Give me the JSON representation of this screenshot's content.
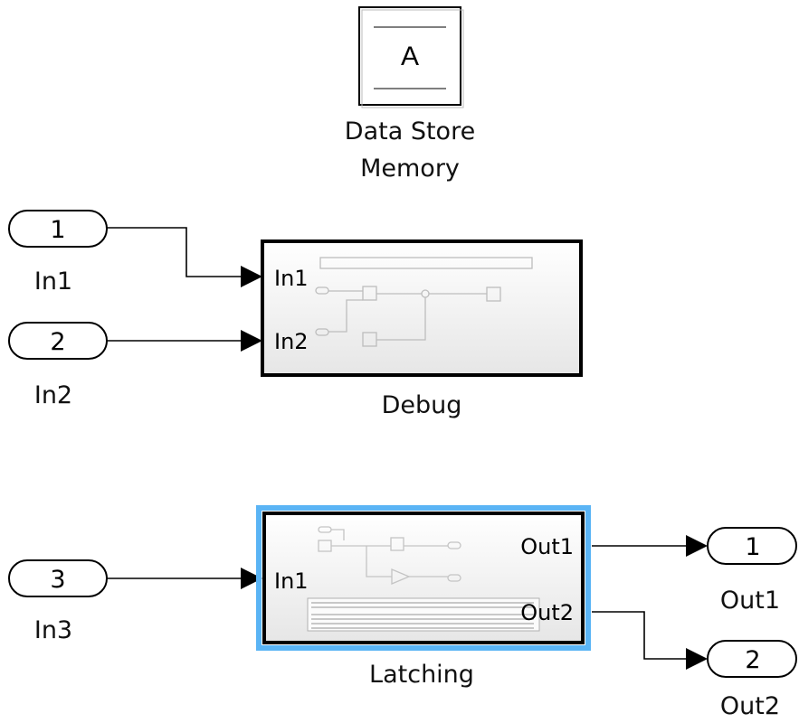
{
  "data_store": {
    "symbol": "A",
    "label_line1": "Data Store",
    "label_line2": "Memory"
  },
  "inports": [
    {
      "number": "1",
      "name": "In1"
    },
    {
      "number": "2",
      "name": "In2"
    },
    {
      "number": "3",
      "name": "In3"
    }
  ],
  "outports": [
    {
      "number": "1",
      "name": "Out1"
    },
    {
      "number": "2",
      "name": "Out2"
    }
  ],
  "debug_block": {
    "name": "Debug",
    "ports_in": [
      "In1",
      "In2"
    ]
  },
  "latching_block": {
    "name": "Latching",
    "ports_in": [
      "In1"
    ],
    "ports_out": [
      "Out1",
      "Out2"
    ],
    "selected": true
  },
  "colors": {
    "selection": "#5ab4f5",
    "block_border": "#000000",
    "line": "#000000"
  }
}
